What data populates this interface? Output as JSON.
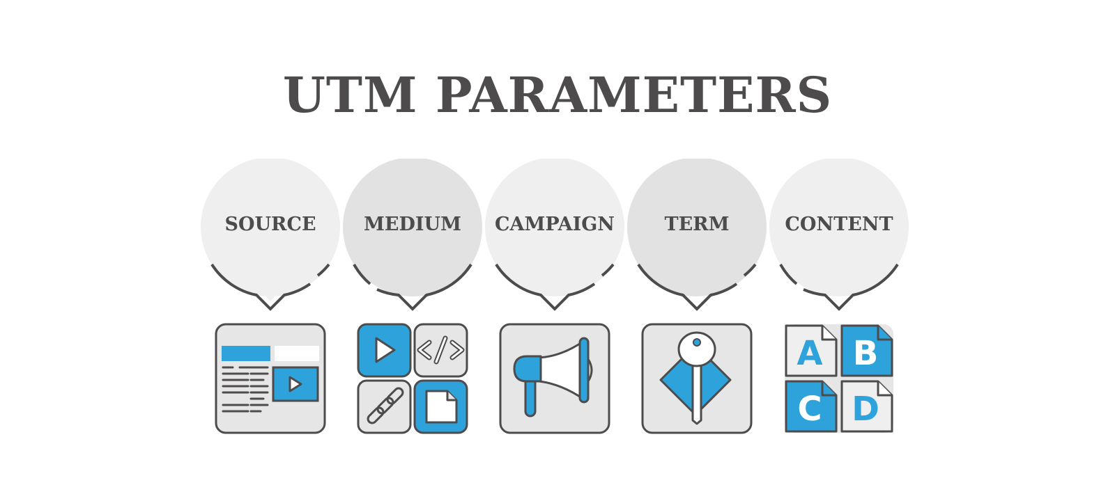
{
  "title": "UTM PARAMETERS",
  "colors": {
    "accent": "#2ea3db",
    "outline": "#4d4b4b",
    "bubble_light": "#efefef",
    "bubble_dark": "#e2e2e2",
    "tile": "#e6e6e6"
  },
  "parameters": [
    {
      "label": "SOURCE",
      "icon": "webpage-with-video-icon"
    },
    {
      "label": "MEDIUM",
      "icon": "media-types-grid-icon"
    },
    {
      "label": "CAMPAIGN",
      "icon": "megaphone-icon"
    },
    {
      "label": "TERM",
      "icon": "key-icon"
    },
    {
      "label": "CONTENT",
      "icon": "abcd-documents-icon"
    }
  ],
  "content_letters": [
    "A",
    "B",
    "C",
    "D"
  ]
}
